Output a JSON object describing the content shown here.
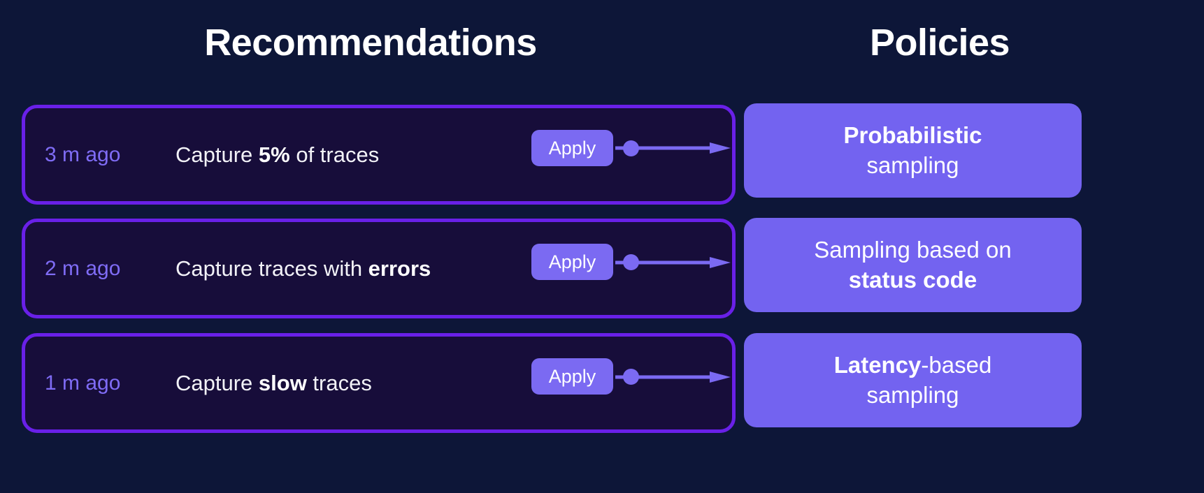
{
  "colors": {
    "background": "#0d1638",
    "card_fill": "#170d3a",
    "card_border": "#6920e8",
    "accent": "#7363f0",
    "button": "#7b6af2",
    "timestamp": "#7f6cf5",
    "text": "#f2f2f7"
  },
  "headers": {
    "left": "Recommendations",
    "right": "Policies"
  },
  "recommendations": [
    {
      "time": "3 m ago",
      "text_prefix": "Capture ",
      "text_emphasis": "5%",
      "text_suffix": " of traces",
      "apply_label": "Apply"
    },
    {
      "time": "2 m ago",
      "text_prefix": "Capture traces with ",
      "text_emphasis": "errors",
      "text_suffix": "",
      "apply_label": "Apply"
    },
    {
      "time": "1 m ago",
      "text_prefix": "Capture ",
      "text_emphasis": "slow",
      "text_suffix": " traces",
      "apply_label": "Apply"
    }
  ],
  "policies": [
    {
      "line1_bold": "Probabilistic",
      "line1_rest": "",
      "line2_bold": "",
      "line2_rest": "sampling"
    },
    {
      "line1_bold": "",
      "line1_rest": "Sampling based on",
      "line2_bold": "status code",
      "line2_rest": ""
    },
    {
      "line1_bold": "Latency",
      "line1_rest": "-based",
      "line2_bold": "",
      "line2_rest": "sampling"
    }
  ]
}
